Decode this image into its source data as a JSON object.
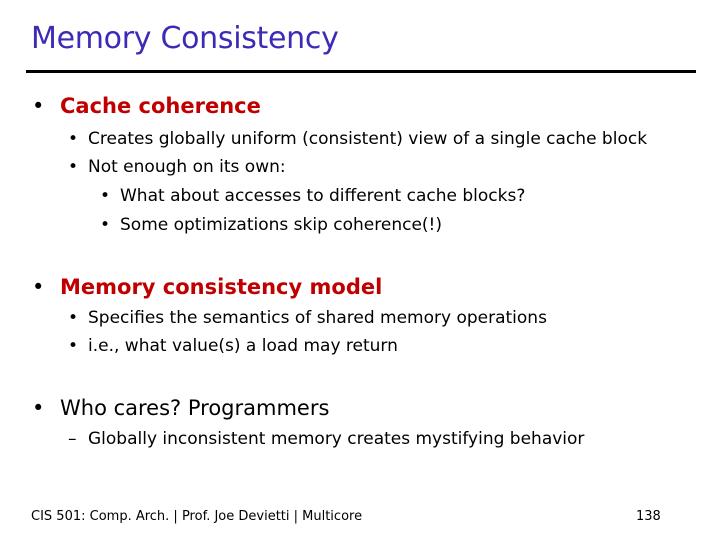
{
  "slide": {
    "title": "Memory Consistency",
    "sections": [
      {
        "heading": "Cache coherence",
        "items": [
          "Creates globally uniform (consistent) view of a single cache block",
          "Not enough on its own:",
          "What about accesses to different cache blocks?",
          "Some optimizations skip coherence(!)"
        ]
      },
      {
        "heading": "Memory consistency model",
        "items": [
          "Specifies the semantics of shared memory operations",
          "i.e., what value(s) a load may return"
        ]
      },
      {
        "heading": "Who cares? Programmers",
        "items": [
          "Globally inconsistent memory creates mystifying behavior"
        ]
      }
    ],
    "bullet": "•",
    "dash": "–",
    "footer": "CIS 501: Comp. Arch.  |  Prof. Joe Devietti  |  Multicore",
    "page_number": "138",
    "colors": {
      "title": "#3b2bb5",
      "heading_accent": "#c00000"
    }
  }
}
